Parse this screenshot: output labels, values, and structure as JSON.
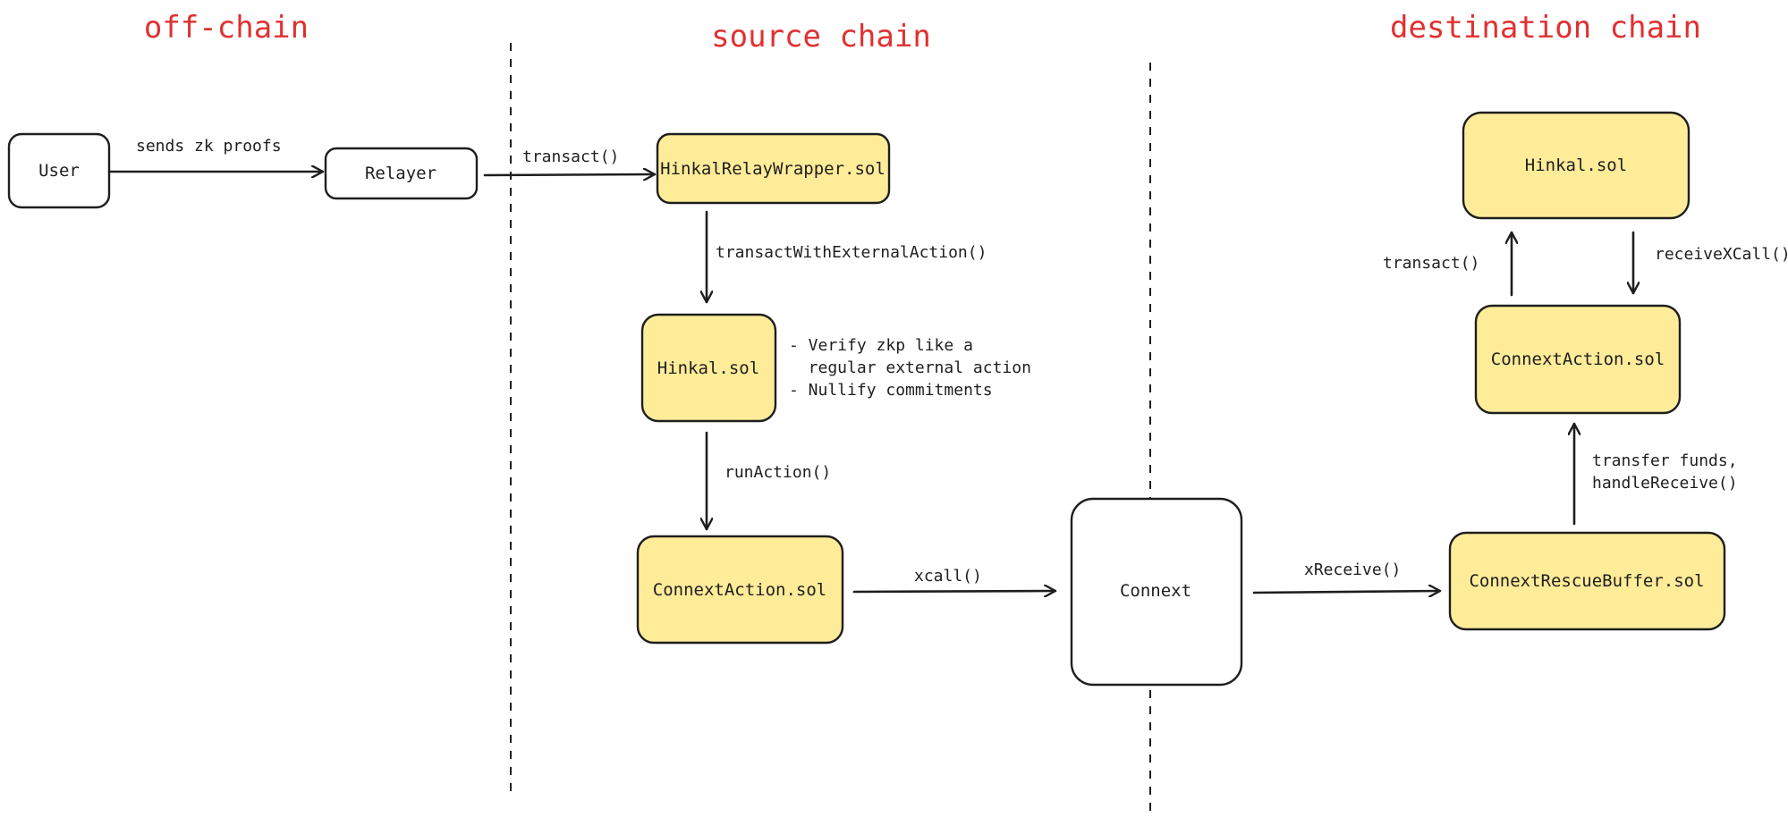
{
  "colors": {
    "title": "#e03131",
    "stroke": "#1e1e1e",
    "box_fill_yellow": "#ffec99",
    "box_fill_white": "#ffffff"
  },
  "columns": {
    "off_chain": "off-chain",
    "source_chain": "source chain",
    "destination_chain": "destination chain"
  },
  "nodes": {
    "user": "User",
    "relayer": "Relayer",
    "hinkal_relay_wrapper": "HinkalRelayWrapper.sol",
    "hinkal_source": "Hinkal.sol",
    "connext_action_source": "ConnextAction.sol",
    "connext": "Connext",
    "rescue_buffer": "ConnextRescueBuffer.sol",
    "connext_action_dest": "ConnextAction.sol",
    "hinkal_dest": "Hinkal.sol"
  },
  "edges": {
    "user_to_relayer": "sends zk proofs",
    "relayer_to_wrapper": "transact()",
    "wrapper_to_hinkal": "transactWithExternalAction()",
    "hinkal_to_action": "runAction()",
    "action_to_connext": "xcall()",
    "connext_to_buffer": "xReceive()",
    "buffer_to_action_line1": "transfer funds,",
    "buffer_to_action_line2": "handleReceive()",
    "dest_action_to_hinkal": "transact()",
    "dest_hinkal_to_action": "receiveXCall()"
  },
  "notes": {
    "hinkal_source": [
      "- Verify zkp like a",
      "  regular external action",
      "- Nullify commitments"
    ]
  }
}
